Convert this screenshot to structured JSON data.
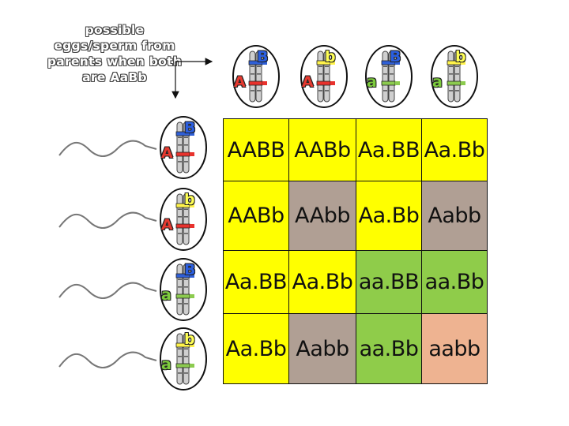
{
  "caption": {
    "lines": [
      "possible",
      "eggs/sperm from",
      "parents when both",
      "are AaBb"
    ]
  },
  "colors": {
    "yellow": "#ffff00",
    "brown": "#b09f94",
    "green": "#8fcc4a",
    "peach": "#eeb391",
    "allele_A": "#e8322d",
    "allele_a": "#8ccb4f",
    "allele_B": "#2f5fd6",
    "allele_b": "#fff34a",
    "allele_A_text": "#e63a30",
    "allele_a_text": "#7ccb3c",
    "allele_B_text": "#2b5fe0",
    "allele_b_text": "#ffff55"
  },
  "top_gametes": [
    {
      "first": "A",
      "second": "B",
      "icon": "chromosome-egg-icon"
    },
    {
      "first": "A",
      "second": "b",
      "icon": "chromosome-egg-icon"
    },
    {
      "first": "a",
      "second": "B",
      "icon": "chromosome-egg-icon"
    },
    {
      "first": "a",
      "second": "b",
      "icon": "chromosome-egg-icon"
    }
  ],
  "left_gametes": [
    {
      "first": "A",
      "second": "B",
      "icon": "chromosome-sperm-icon"
    },
    {
      "first": "A",
      "second": "b",
      "icon": "chromosome-sperm-icon"
    },
    {
      "first": "a",
      "second": "B",
      "icon": "chromosome-sperm-icon"
    },
    {
      "first": "a",
      "second": "b",
      "icon": "chromosome-sperm-icon"
    }
  ],
  "grid": [
    [
      "AABB",
      "AABb",
      "Aa.BB",
      "Aa.Bb"
    ],
    [
      "AABb",
      "AAbb",
      "Aa.Bb",
      "Aabb"
    ],
    [
      "Aa.BB",
      "Aa.Bb",
      "aa.BB",
      "aa.Bb"
    ],
    [
      "Aa.Bb",
      "Aabb",
      "aa.Bb",
      "aabb"
    ]
  ],
  "grid_colors": [
    [
      "yellow",
      "yellow",
      "yellow",
      "yellow"
    ],
    [
      "yellow",
      "brown",
      "yellow",
      "brown"
    ],
    [
      "yellow",
      "yellow",
      "green",
      "green"
    ],
    [
      "yellow",
      "brown",
      "green",
      "peach"
    ]
  ]
}
